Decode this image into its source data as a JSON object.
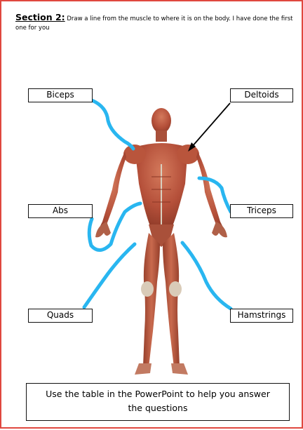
{
  "section": {
    "title": "Section 2:",
    "instruction": "Draw a line from the muscle to where it is on the body.  I have done the first one for you"
  },
  "labels": {
    "biceps": "Biceps",
    "deltoids": "Deltoids",
    "abs": "Abs",
    "triceps": "Triceps",
    "quads": "Quads",
    "hamstrings": "Hamstrings"
  },
  "note": "Use the table in the PowerPoint to help you answer the questions",
  "colors": {
    "border": "#e0483f",
    "line_blue": "#29b6f0",
    "muscle": "#b9553c"
  }
}
